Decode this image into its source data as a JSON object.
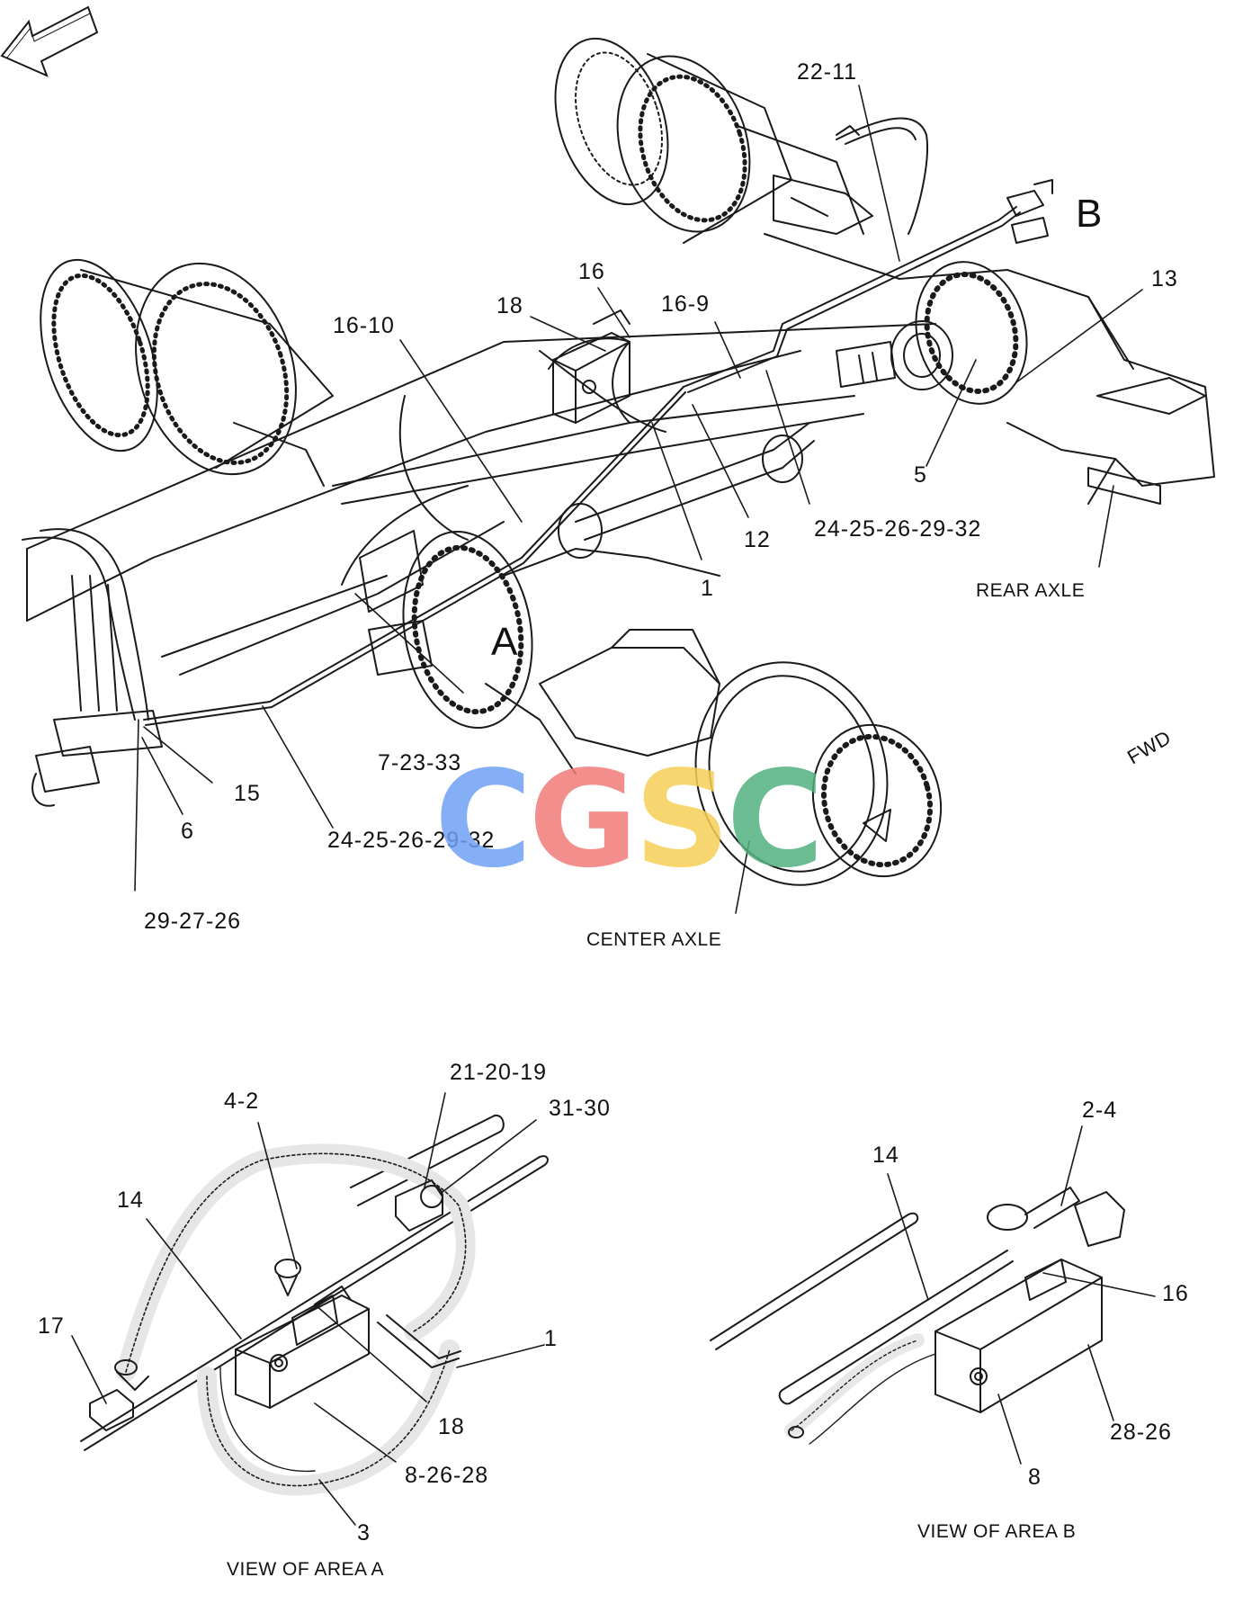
{
  "callouts": {
    "c22_11": "22-11",
    "cB": "B",
    "c13": "13",
    "c16_top": "16",
    "c16_9": "16-9",
    "c18_top": "18",
    "c16_10": "16-10",
    "c5": "5",
    "c12": "12",
    "c24_right": "24-25-26-29-32",
    "c1_top": "1",
    "cA": "A",
    "c7_23_33": "7-23-33",
    "c15": "15",
    "c6": "6",
    "c24_left": "24-25-26-29-32",
    "c29_27_26": "29-27-26",
    "c21_20_19": "21-20-19",
    "c4_2": "4-2",
    "c31_30": "31-30",
    "c14_a": "14",
    "c17": "17",
    "c1_a": "1",
    "c18_a": "18",
    "c8_26_28": "8-26-28",
    "c3": "3",
    "c2_4": "2-4",
    "c14_b": "14",
    "c16_b": "16",
    "c28_26": "28-26",
    "c8_b": "8"
  },
  "captions": {
    "rear_axle": "REAR AXLE",
    "center_axle": "CENTER AXLE",
    "view_a": "VIEW OF AREA  A",
    "view_b": "VIEW OF AREA  B"
  },
  "direction_arrow": "FWD",
  "watermark": {
    "letters": [
      "C",
      "G",
      "S",
      "C"
    ],
    "colors": [
      "#6fa0f5",
      "#f07b78",
      "#f6cf56",
      "#52b27e"
    ]
  }
}
